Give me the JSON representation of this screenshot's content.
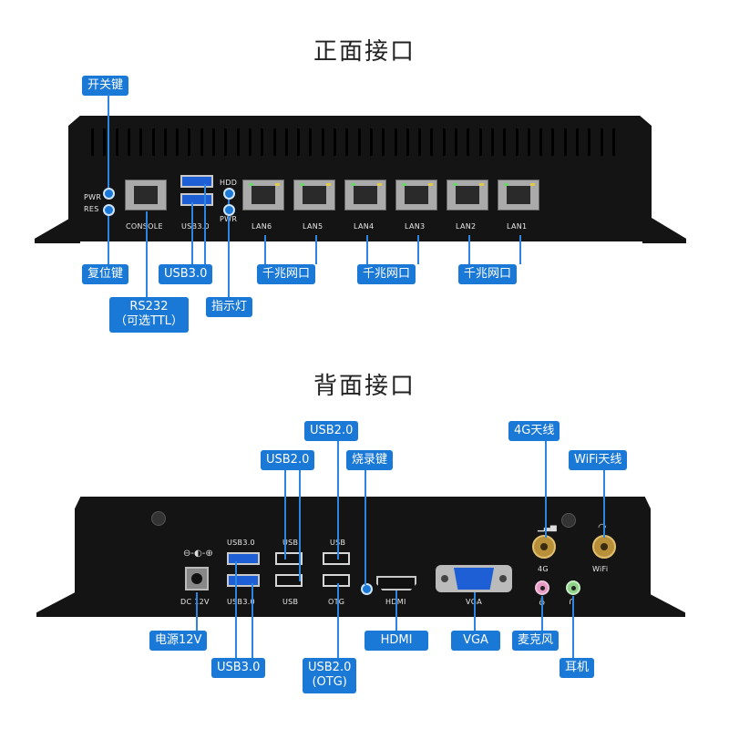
{
  "front": {
    "title": "正面接口",
    "panel": {
      "pwr": "PWR",
      "res": "RES",
      "console": "CONSOLE",
      "usb": "USB3.0",
      "hdd": "HDD",
      "pwr_led": "PWR",
      "lans": [
        "LAN6",
        "LAN5",
        "LAN4",
        "LAN3",
        "LAN2",
        "LAN1"
      ]
    },
    "callouts": {
      "power_key": "开关键",
      "reset_key": "复位键",
      "usb": "USB3.0",
      "rs232": "RS232",
      "rs232_sub": "（可选TTL）",
      "indicator": "指示灯",
      "lan_a": "千兆网口",
      "lan_b": "千兆网口",
      "lan_c": "千兆网口"
    }
  },
  "back": {
    "title": "背面接口",
    "panel": {
      "dc": "DC 12V",
      "usb3_top": "USB3.0",
      "usb3_bottom": "USB3.0",
      "usb_a": "USB",
      "usb_b": "USB",
      "usb_c": "USB",
      "otg": "OTG",
      "hdmi": "HDMI",
      "vga": "VGA",
      "ant_4g": "4G",
      "ant_wifi": "WiFi"
    },
    "callouts": {
      "usb2_top": "USB2.0",
      "usb2_left": "USB2.0",
      "burn_key": "烧录键",
      "antenna_4g": "4G天线",
      "antenna_wifi": "WiFi天线",
      "dc_power": "电源12V",
      "usb3": "USB3.0",
      "usb2_otg": "USB2.0",
      "usb2_otg_sub": "(OTG)",
      "hdmi": "HDMI",
      "vga": "VGA",
      "mic": "麦克风",
      "earphone": "耳机"
    }
  },
  "colors": {
    "accent": "#1a78d6",
    "chassis": "#141414",
    "usb3_blue": "#1e5fd6"
  }
}
